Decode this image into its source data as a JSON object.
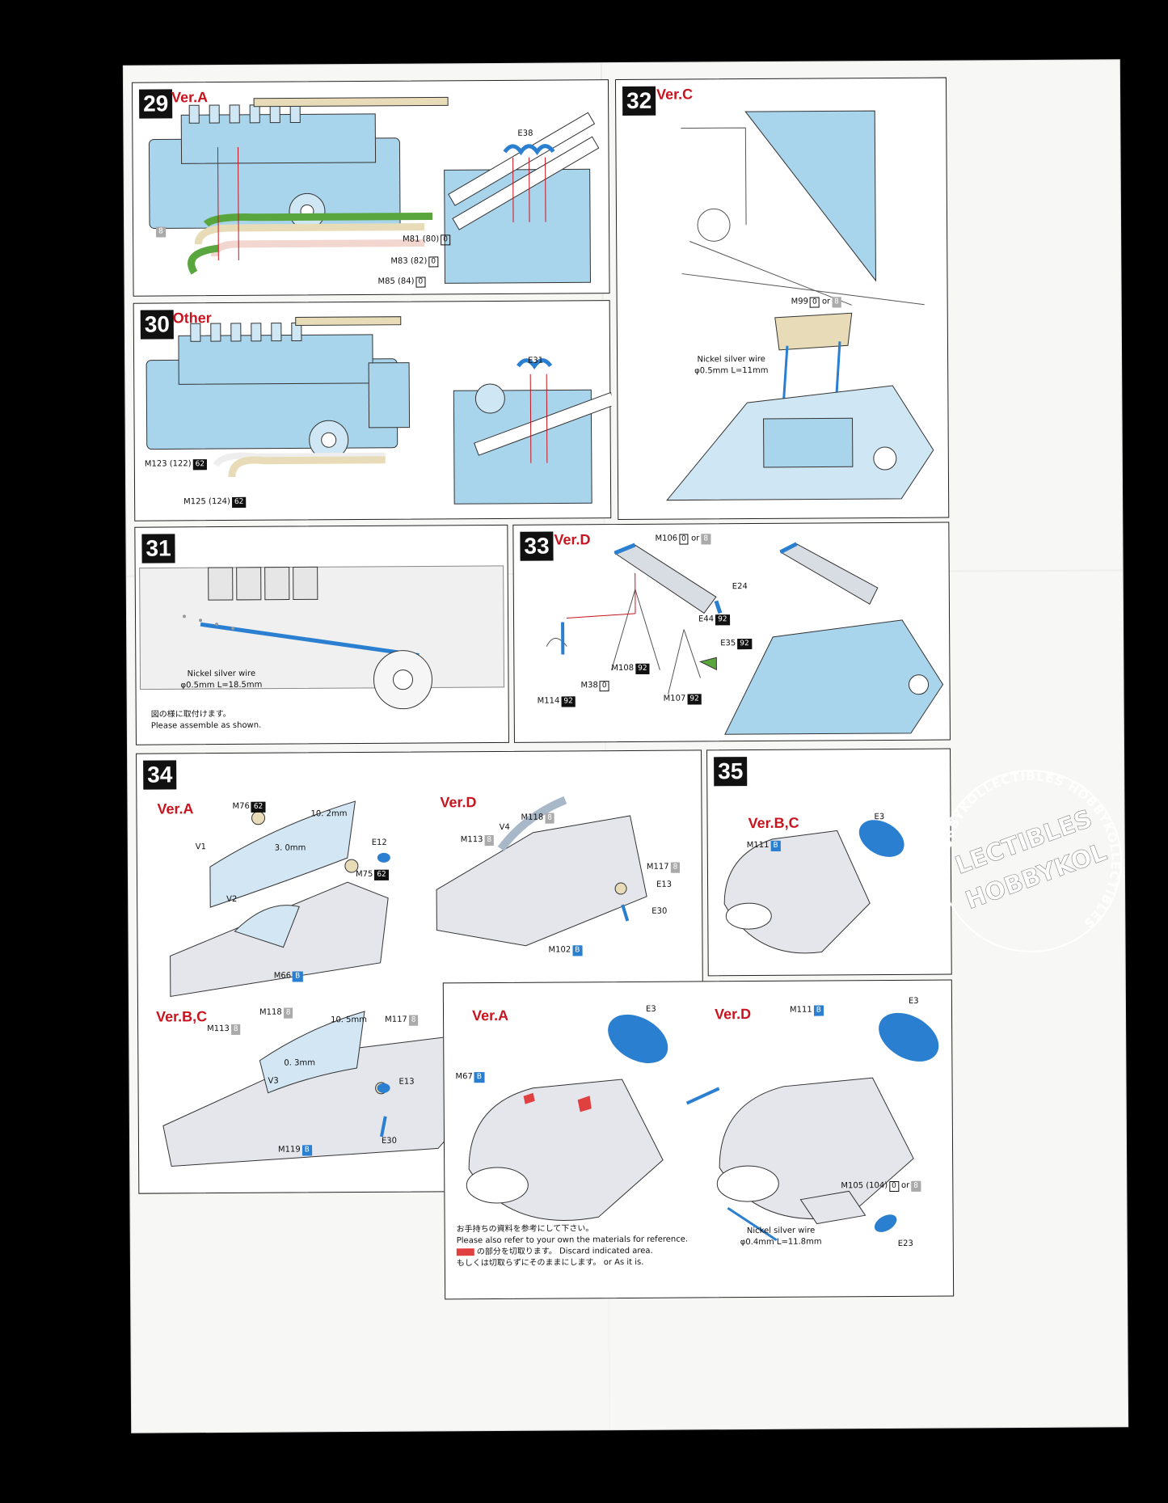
{
  "steps": {
    "s29": {
      "num": "29",
      "ver": "Ver.A",
      "labels": {
        "e38": "E38",
        "m81": "M81 (80)",
        "m83": "M83 (82)",
        "m85": "M85 (84)",
        "g8": "8"
      }
    },
    "s30": {
      "num": "30",
      "ver": "Other",
      "labels": {
        "e31": "E31",
        "m123": "M123 (122)",
        "m125": "M125 (124)",
        "n62a": "62",
        "n62b": "62"
      }
    },
    "s31": {
      "num": "31",
      "wire1": "Nickel silver wire",
      "wire2": "φ0.5mm L=18.5mm",
      "jp": "図の様に取付けます。",
      "en": "Please assemble as shown."
    },
    "s32": {
      "num": "32",
      "ver": "Ver.C",
      "labels": {
        "m99": "M99",
        "or": "or",
        "g8": "8",
        "wire1": "Nickel silver wire",
        "wire2": "φ0.5mm L=11mm"
      }
    },
    "s33": {
      "num": "33",
      "ver": "Ver.D",
      "labels": {
        "m106": "M106",
        "or": "or",
        "g8": "8",
        "e24": "E24",
        "e44": "E44",
        "e35": "E35",
        "n92": "92",
        "m108": "M108",
        "m38": "M38",
        "m114": "M114",
        "m107": "M107"
      }
    },
    "s34": {
      "num": "34",
      "verA": "Ver.A",
      "verD": "Ver.D",
      "verBC": "Ver.B,C",
      "labels": {
        "m76": "M76",
        "n62": "62",
        "d102": "10. 2mm",
        "d30": "3. 0mm",
        "v1": "V1",
        "e12": "E12",
        "m75": "M75",
        "v2": "V2",
        "m66": "M66",
        "B": "B",
        "v4": "V4",
        "m118": "M118",
        "m113": "M113",
        "m117": "M117",
        "e13": "E13",
        "e30": "E30",
        "m102": "M102",
        "d105": "10. 5mm",
        "d03": "0. 3mm",
        "v3": "V3",
        "m119": "M119",
        "g8": "8"
      }
    },
    "s35": {
      "num": "35",
      "verBC": "Ver.B,C",
      "verA": "Ver.A",
      "verD": "Ver.D",
      "labels": {
        "m111": "M111",
        "e3": "E3",
        "m67": "M67",
        "m105": "M105 (104)",
        "or": "or",
        "e23": "E23",
        "wire1": "Nickel silver wire",
        "wire2": "φ0.4mm L=11.8mm"
      },
      "notes": {
        "jp1": "お手持ちの資料を参考にして下さい。",
        "en1": "Please also refer to your own the  materials for reference.",
        "jp2": "の部分を切取ります。",
        "en2": "Discard indicated area.",
        "jp3": "もしくは切取らずにそのままにします。",
        "en3": "or As it is."
      }
    }
  },
  "watermark": {
    "ring": "HOBBYKOLLECTIBLES HOBBYKOLLECTIBLES ",
    "core1": "LECTIBLES",
    "core2": "HOBBYKOL"
  },
  "colors": {
    "part_blue": "#a8d4ec",
    "accent_red": "#c8141e",
    "green": "#6bbf4a",
    "tan": "#e8dcb8",
    "pink": "#f2d6d0"
  }
}
